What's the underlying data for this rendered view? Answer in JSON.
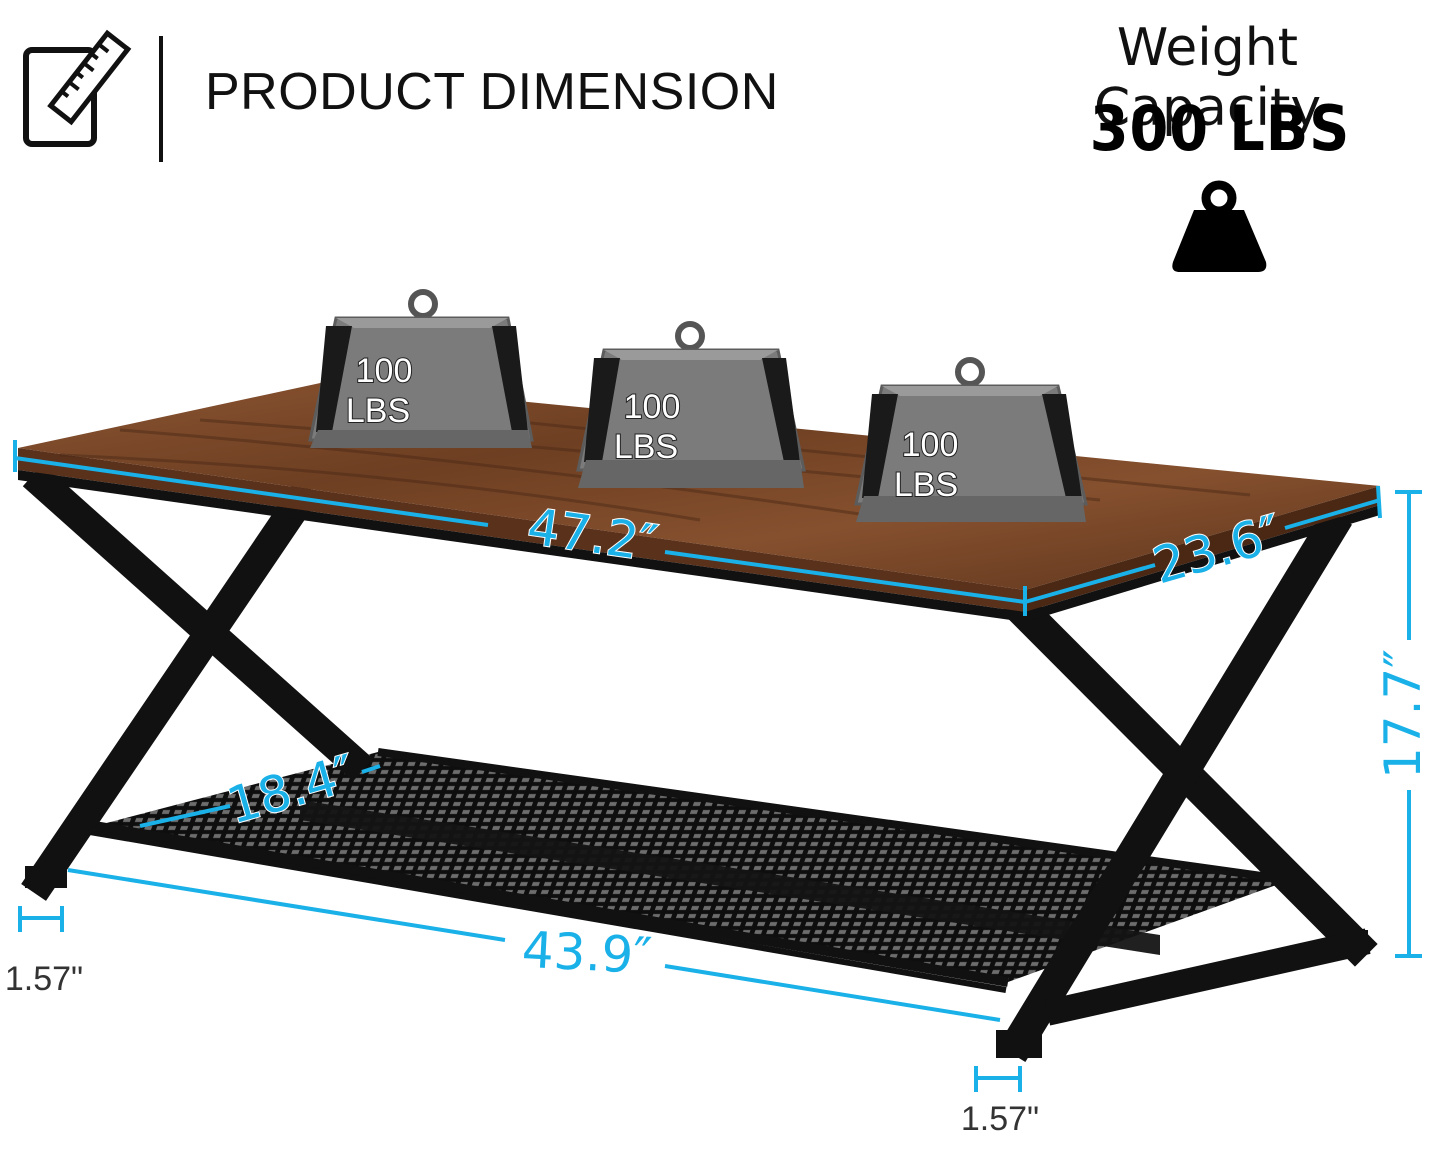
{
  "header": {
    "title": "PRODUCT DIMENSION",
    "icon": "ruler-note-icon"
  },
  "weight_capacity": {
    "label": "Weight Capacity",
    "value": "300 LBS",
    "icon": "weight-icon"
  },
  "weights": [
    {
      "number": "100",
      "unit": "LBS"
    },
    {
      "number": "100",
      "unit": "LBS"
    },
    {
      "number": "100",
      "unit": "LBS"
    }
  ],
  "dimensions": {
    "top_length": "47.2″",
    "top_width": "23.6″",
    "height": "17.7″",
    "shelf_depth": "18.4″",
    "base_length": "43.9″",
    "foot_left": "1.57\"",
    "foot_right": "1.57\""
  },
  "colors": {
    "dimension_line": "#1ab0e8",
    "wood": "#7a4628",
    "frame": "#1a1a1a",
    "weight": "#7b7b7b"
  }
}
